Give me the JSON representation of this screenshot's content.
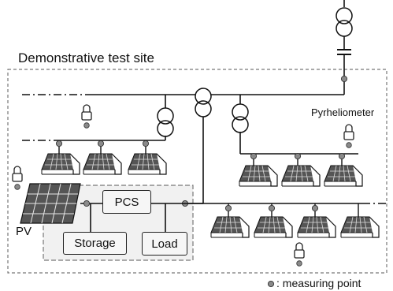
{
  "labels": {
    "site_title": "Demonstrative test site",
    "pyrheliometer": "Pyrheliometer",
    "pv": "PV",
    "pcs": "PCS",
    "storage": "Storage",
    "load": "Load",
    "legend_measuring_point": ": measuring point"
  },
  "colors": {
    "line": "#1a1a1a",
    "measuring_point": "#8a8a8a",
    "panel": "#555555",
    "panel_grid": "#e8e8e8",
    "dashed_border": "#777777",
    "pcs_region_fill": "#f1f1f1"
  },
  "icons": [
    "transformer-icon",
    "switch-icon",
    "house-with-solar-panel-icon",
    "pv-array-icon",
    "sensor-icon",
    "measuring-point-icon"
  ]
}
